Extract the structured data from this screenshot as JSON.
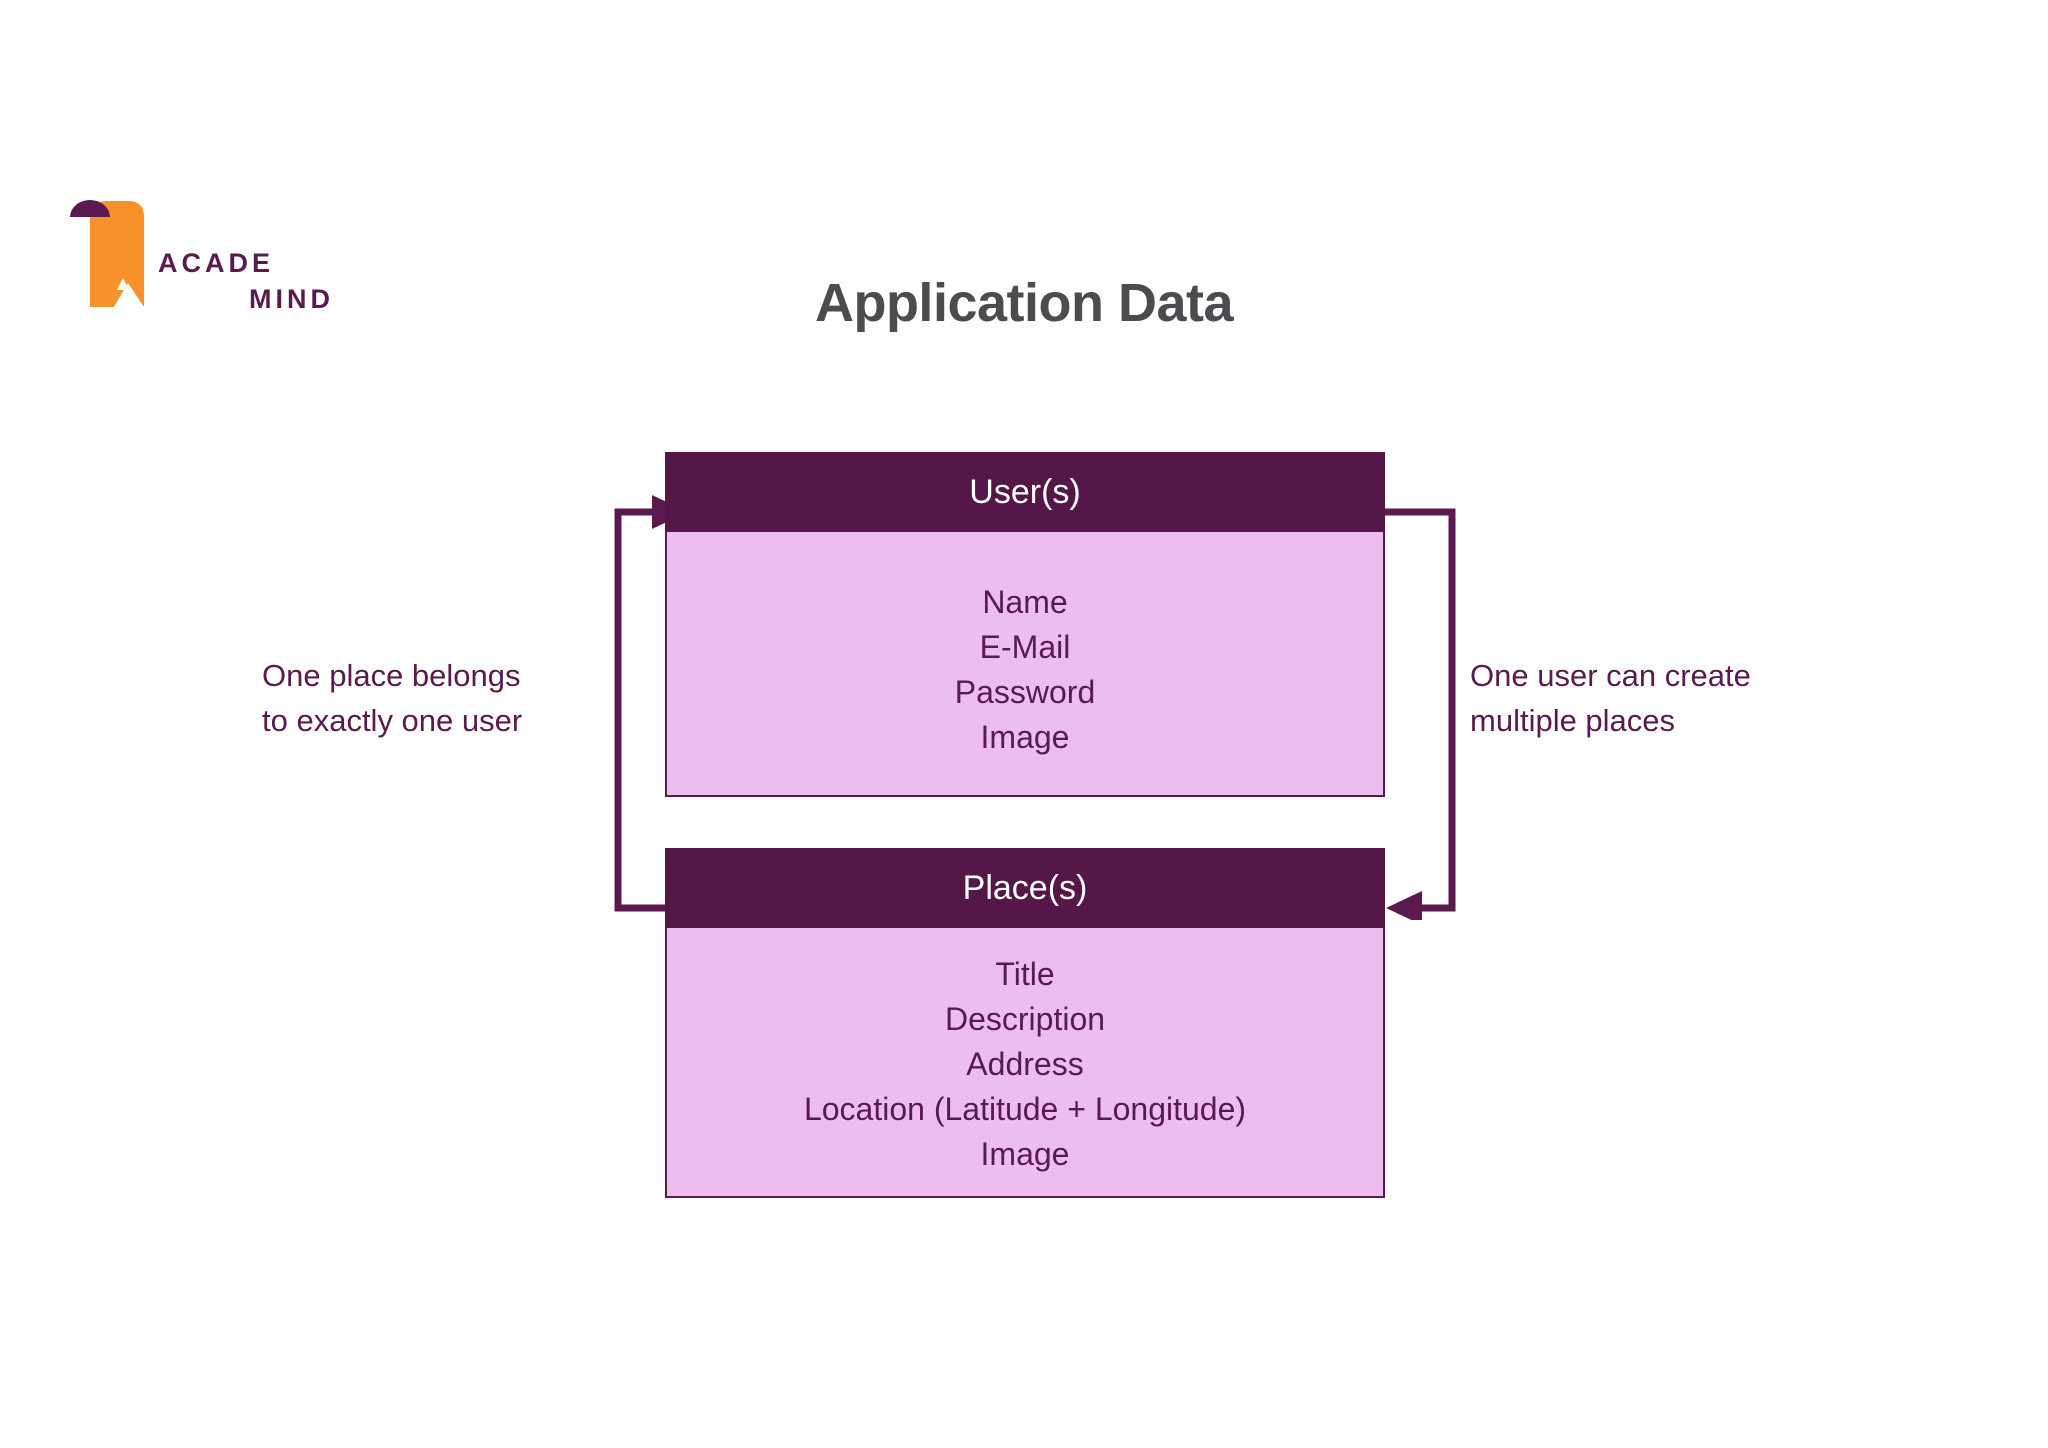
{
  "page": {
    "background_color": "#ffffff",
    "title": "Application Data",
    "title_color": "#4B4B50"
  },
  "logo": {
    "name": "academind-logo",
    "line1": "ACADE",
    "line2": "MIND",
    "mark_color": "#F7922B",
    "text_color": "#5A1A4F"
  },
  "colors": {
    "header_purple": "#551747",
    "body_purple": "#ECBEEF",
    "outline_purple": "#5A1A4F",
    "accent_orange": "#F7922B"
  },
  "diagram": {
    "type": "entity-relationship",
    "entities": [
      {
        "id": "user",
        "header": "User(s)",
        "fields": [
          "Name",
          "E-Mail",
          "Password",
          "Image"
        ]
      },
      {
        "id": "place",
        "header": "Place(s)",
        "fields": [
          "Title",
          "Description",
          "Address",
          "Location (Latitude + Longitude)",
          "Image"
        ]
      }
    ],
    "relationships": [
      {
        "id": "place-to-user",
        "side": "left",
        "from": "place",
        "to": "user",
        "label_line1": "One place belongs",
        "label_line2": "to exactly one user"
      },
      {
        "id": "user-to-place",
        "side": "right",
        "from": "user",
        "to": "place",
        "label_line1": "One user can create",
        "label_line2": "multiple places"
      }
    ]
  }
}
